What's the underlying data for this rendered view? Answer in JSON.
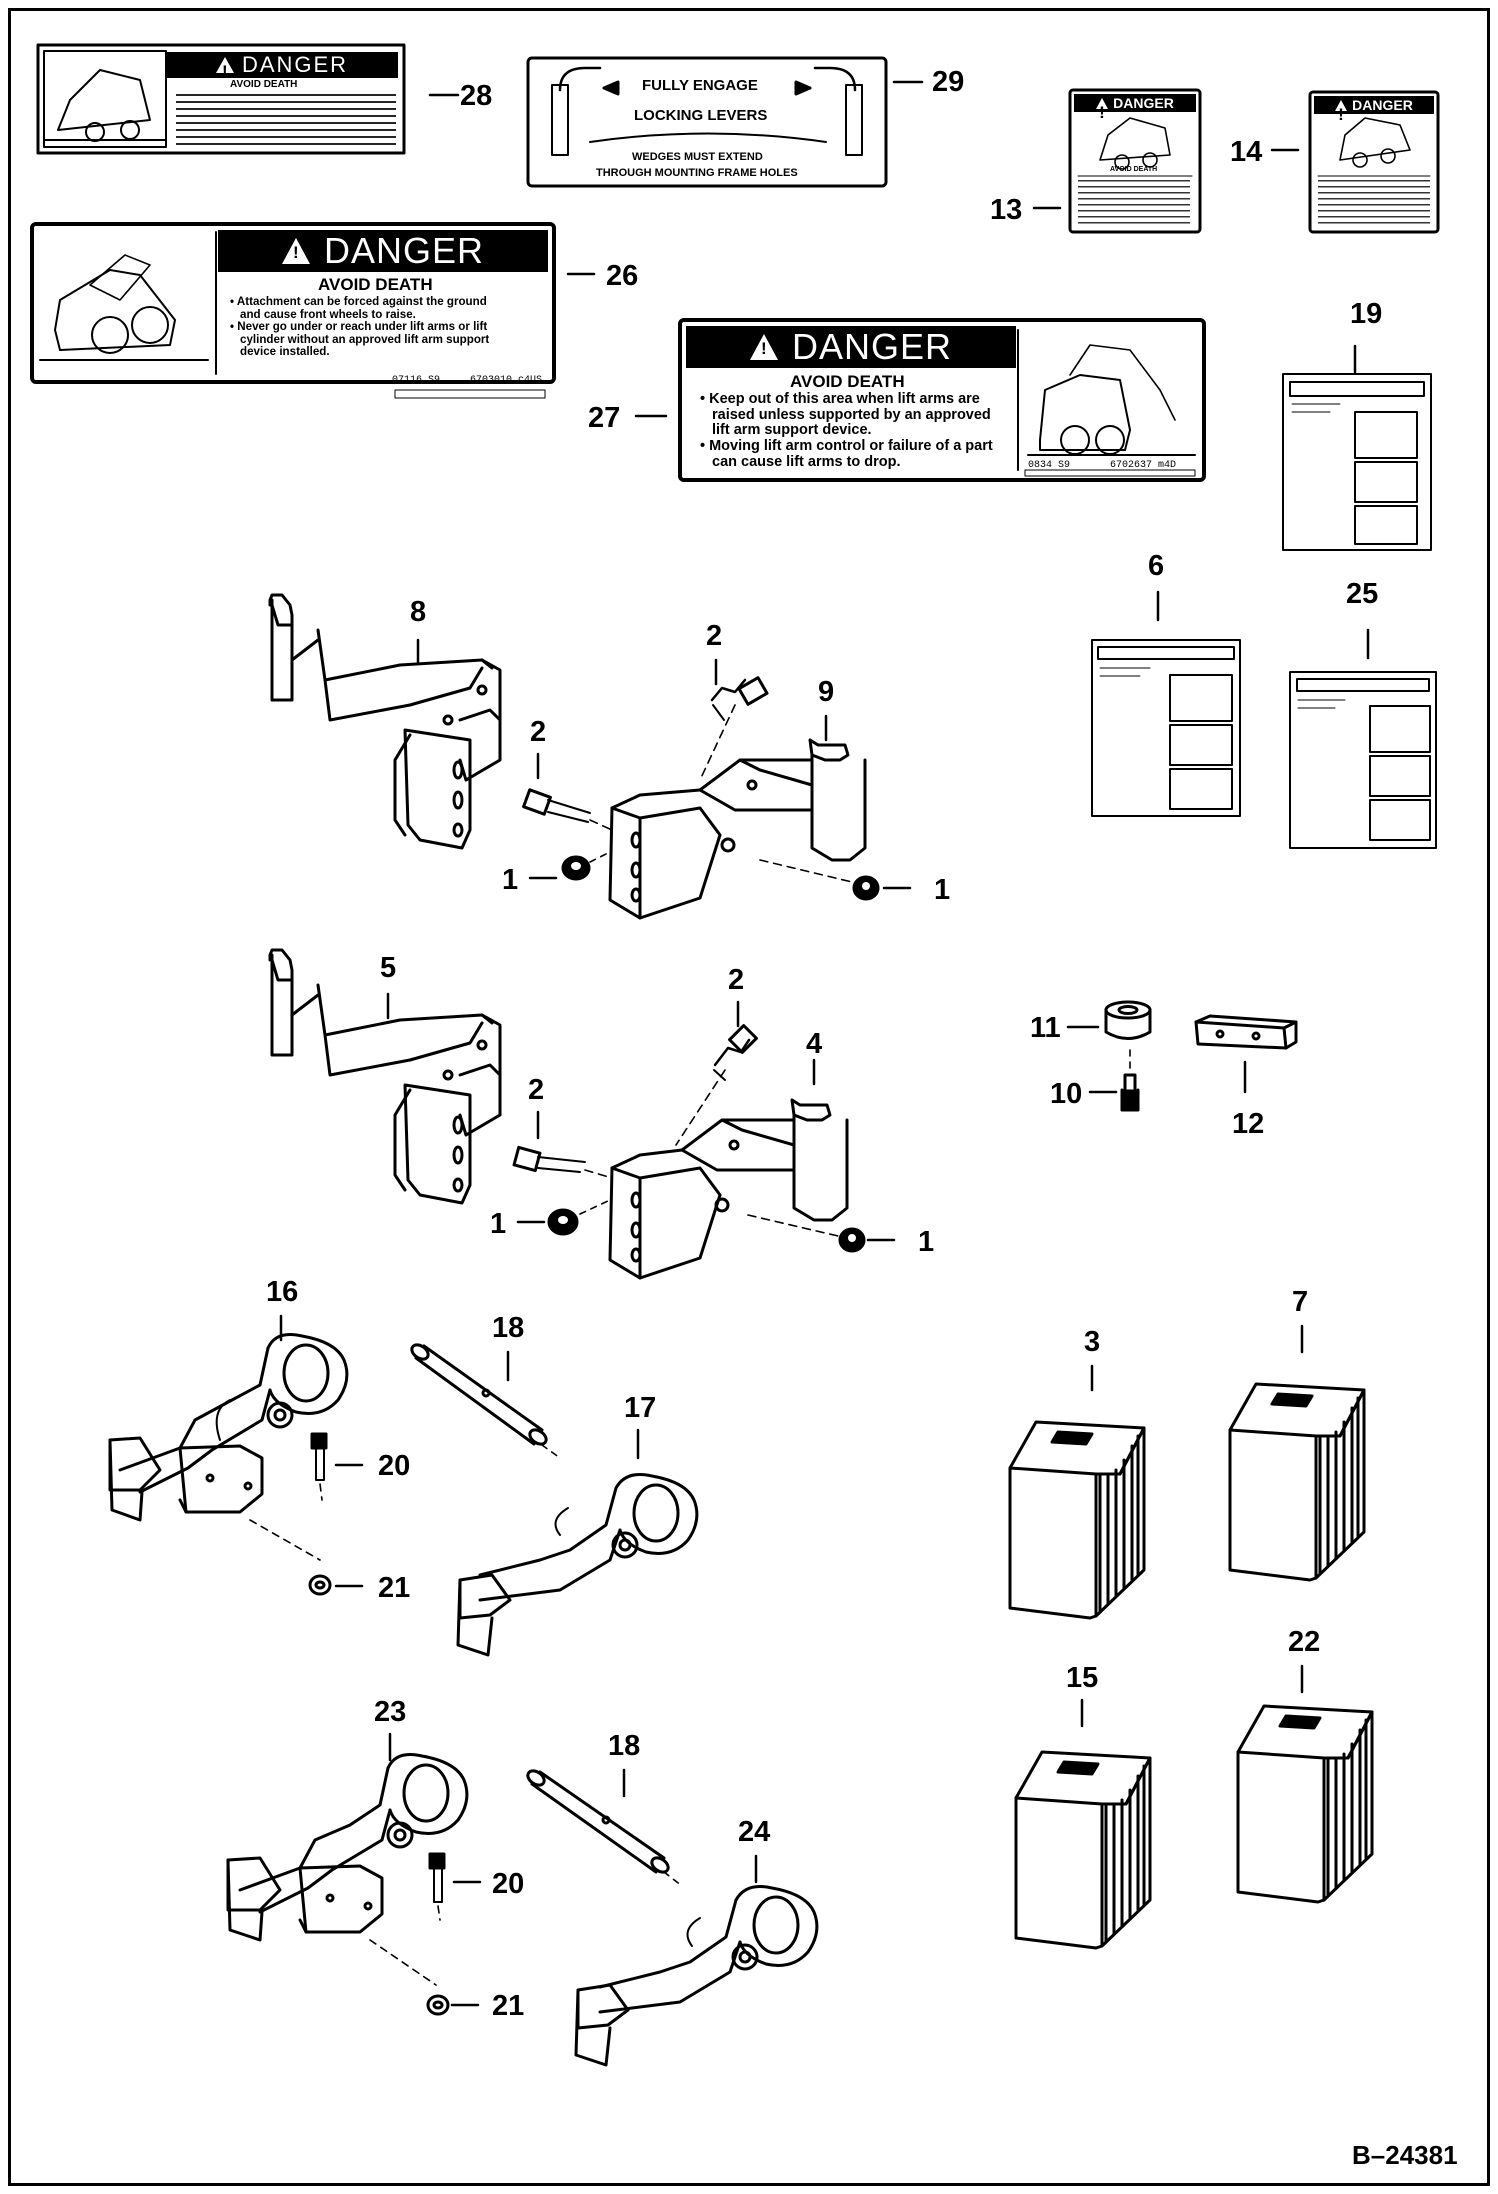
{
  "decal_26": {
    "banner": "DANGER",
    "subtitle": "AVOID DEATH",
    "bullets": [
      "• Attachment can be forced against the ground",
      "and cause front wheels to raise.",
      "• Never go under or reach under lift arms or lift",
      "cylinder without an approved lift arm support",
      "device installed."
    ],
    "code_left": "07116 S9",
    "code_right": "6703010 c4US"
  },
  "decal_27": {
    "banner": "DANGER",
    "subtitle": "AVOID DEATH",
    "bullets": [
      "• Keep out of this area when lift arms are",
      "raised unless supported by an approved",
      "lift arm support device.",
      "• Moving lift arm control or failure of a part",
      "can cause lift arms to drop."
    ],
    "code_left": "0834 S9",
    "code_right": "6702637 m4D"
  },
  "decal_28": {
    "banner": "DANGER",
    "subtitle": "AVOID DEATH"
  },
  "decal_29": {
    "line1": "FULLY ENGAGE",
    "line2": "LOCKING LEVERS",
    "line3": "WEDGES MUST EXTEND",
    "line4": "THROUGH MOUNTING FRAME HOLES"
  },
  "decal_13": {
    "banner": "DANGER",
    "subtitle": "AVOID DEATH"
  },
  "decal_14": {
    "banner": "DANGER"
  },
  "callouts": {
    "c1": "1",
    "c2": "2",
    "c3": "3",
    "c4": "4",
    "c5": "5",
    "c6": "6",
    "c7": "7",
    "c8": "8",
    "c9": "9",
    "c10": "10",
    "c11": "11",
    "c12": "12",
    "c13": "13",
    "c14": "14",
    "c15": "15",
    "c16": "16",
    "c17": "17",
    "c18": "18",
    "c19": "19",
    "c20": "20",
    "c21": "21",
    "c22": "22",
    "c23": "23",
    "c24": "24",
    "c25": "25",
    "c26": "26",
    "c27": "27",
    "c28": "28",
    "c29": "29"
  },
  "figure_id": "B–24381"
}
